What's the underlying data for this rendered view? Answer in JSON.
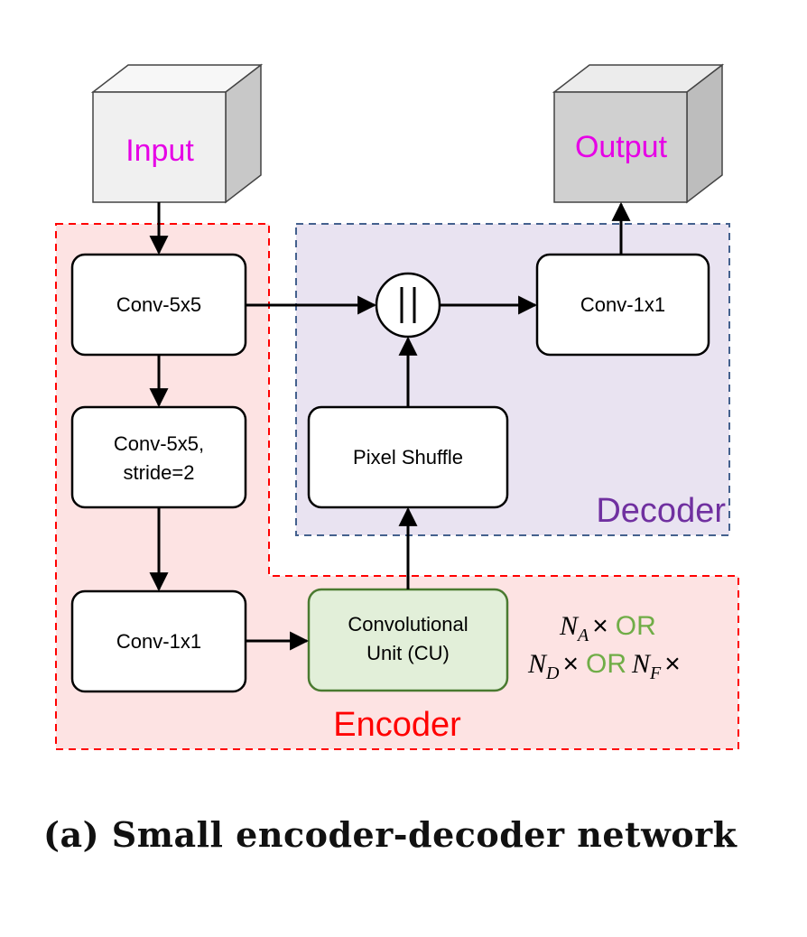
{
  "diagram": {
    "input_label": "Input",
    "output_label": "Output",
    "decoder_label": "Decoder",
    "encoder_label": "Encoder",
    "conv5x5": "Conv-5x5",
    "conv5x5_stride_line1": "Conv-5x5,",
    "conv5x5_stride_line2": "stride=2",
    "conv1x1_encoder": "Conv-1x1",
    "conv1x1_decoder": "Conv-1x1",
    "pixel_shuffle": "Pixel Shuffle",
    "cu_line1": "Convolutional",
    "cu_line2": "Unit (CU)",
    "concat_symbol": "||",
    "repeat": {
      "na_var": "N",
      "na_sub": "A",
      "nd_var": "N",
      "nd_sub": "D",
      "nf_var": "N",
      "nf_sub": "F",
      "times": "×",
      "or": "OR"
    }
  },
  "colors": {
    "label_magenta": "#e600e6",
    "encoder_red": "#ff0000",
    "decoder_purple": "#7030a0",
    "encoder_fill": "#fde3e3",
    "decoder_fill": "#e9e3f1",
    "cu_fill": "#e2efd9",
    "cu_border": "#4a7a30",
    "or_green": "#70ad47",
    "decoder_border": "#44618e"
  },
  "caption": "(a) Small encoder-decoder network"
}
